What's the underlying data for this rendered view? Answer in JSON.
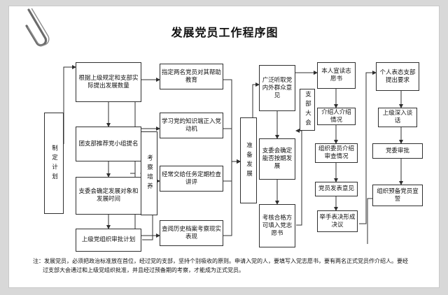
{
  "document": {
    "title": "发展党员工作程序图",
    "paperclip_icon": "paperclip-icon"
  },
  "chart_data": {
    "type": "diagram",
    "title": "发展党员工作程序图",
    "nodes": [
      {
        "id": "n1",
        "label": "制定计划",
        "orientation": "vertical",
        "column": 1
      },
      {
        "id": "n2",
        "label": "根据上级规定和支部实际提出发展数量",
        "orientation": "horizontal",
        "column": 2
      },
      {
        "id": "n3",
        "label": "团支部推荐党小组提名",
        "orientation": "horizontal",
        "column": 2
      },
      {
        "id": "n4",
        "label": "支委会确定发展对象和发展时间",
        "orientation": "horizontal",
        "column": 2
      },
      {
        "id": "n5",
        "label": "上级党组织审批计划",
        "orientation": "horizontal",
        "column": 2
      },
      {
        "id": "n6",
        "label": "考察培养",
        "orientation": "vertical",
        "column": 3
      },
      {
        "id": "n7",
        "label": "指定两名党员对其帮助教育",
        "orientation": "horizontal",
        "column": 4
      },
      {
        "id": "n8",
        "label": "学习党的知识端正入党动机",
        "orientation": "horizontal",
        "column": 4
      },
      {
        "id": "n9",
        "label": "经常交给任务定期检查讲评",
        "orientation": "horizontal",
        "column": 4
      },
      {
        "id": "n10",
        "label": "查阅历史档案考察现实表现",
        "orientation": "horizontal",
        "column": 4
      },
      {
        "id": "n11",
        "label": "准备发展",
        "orientation": "vertical",
        "column": 5
      },
      {
        "id": "n12",
        "label": "广泛听取党内外群众意见",
        "orientation": "horizontal",
        "column": 6
      },
      {
        "id": "n13",
        "label": "支委会确定能否按期发展",
        "orientation": "horizontal",
        "column": 6
      },
      {
        "id": "n14",
        "label": "考核合格方可填入党志愿书",
        "orientation": "horizontal",
        "column": 6
      },
      {
        "id": "n15",
        "label": "支部大会",
        "orientation": "vertical",
        "column": 7
      },
      {
        "id": "n16",
        "label": "本人宣读志愿书",
        "orientation": "horizontal",
        "column": 8
      },
      {
        "id": "n17",
        "label": "介绍人介绍情况",
        "orientation": "horizontal",
        "column": 8
      },
      {
        "id": "n18",
        "label": "组织委员介绍审查情况",
        "orientation": "horizontal",
        "column": 8
      },
      {
        "id": "n19",
        "label": "党员发表意见",
        "orientation": "horizontal",
        "column": 8
      },
      {
        "id": "n20",
        "label": "举手表决形成决议",
        "orientation": "horizontal",
        "column": 8
      },
      {
        "id": "n21",
        "label": "个人表态支部提出要求",
        "orientation": "horizontal",
        "column": 9
      },
      {
        "id": "n22",
        "label": "上级深入谈话",
        "orientation": "horizontal",
        "column": 9
      },
      {
        "id": "n23",
        "label": "党委审批",
        "orientation": "horizontal",
        "column": 9
      },
      {
        "id": "n24",
        "label": "组织预备党员宣誓",
        "orientation": "horizontal",
        "column": 9
      }
    ],
    "edges": [
      {
        "from": "n1",
        "to": "n2"
      },
      {
        "from": "n2",
        "to": "n3"
      },
      {
        "from": "n3",
        "to": "n4"
      },
      {
        "from": "n4",
        "to": "n5"
      },
      {
        "from": "n5",
        "to": "n6"
      },
      {
        "from": "n6",
        "to": "n7"
      },
      {
        "from": "n6",
        "to": "n8"
      },
      {
        "from": "n6",
        "to": "n9"
      },
      {
        "from": "n6",
        "to": "n10"
      },
      {
        "from": "n7",
        "to": "n11"
      },
      {
        "from": "n8",
        "to": "n11"
      },
      {
        "from": "n9",
        "to": "n11"
      },
      {
        "from": "n10",
        "to": "n11"
      },
      {
        "from": "n11",
        "to": "n12"
      },
      {
        "from": "n12",
        "to": "n13"
      },
      {
        "from": "n13",
        "to": "n14"
      },
      {
        "from": "n14",
        "to": "n15"
      },
      {
        "from": "n15",
        "to": "n16"
      },
      {
        "from": "n16",
        "to": "n17"
      },
      {
        "from": "n17",
        "to": "n18"
      },
      {
        "from": "n18",
        "to": "n19"
      },
      {
        "from": "n19",
        "to": "n20"
      },
      {
        "from": "n20",
        "to": "n21"
      },
      {
        "from": "n21",
        "to": "n22"
      },
      {
        "from": "n22",
        "to": "n23"
      },
      {
        "from": "n23",
        "to": "n24"
      }
    ]
  },
  "note": {
    "line1": "注：发展党员，必须把政治标准放在首位，经过党的支部，坚持个别吸收的原则。申请入党的人，要填写入党志愿书，要有两名正式党员作介绍人。要经",
    "line2": "过支部大会通过和上级党组织批准，并且经过预备期的考察，才能成为正式党员。"
  },
  "colors": {
    "page_background": "#d8d8d8",
    "card_background": "#ffffff",
    "line": "#2f2f2f",
    "text": "#111111"
  }
}
